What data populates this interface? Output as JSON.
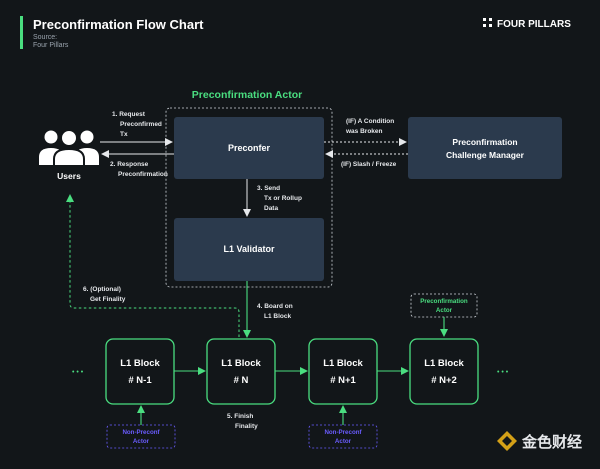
{
  "header": {
    "title": "Preconfirmation Flow Chart",
    "source_label": "Source:",
    "source_name": "Four Pillars",
    "brand": "FOUR PILLARS"
  },
  "actors": {
    "users": "Users",
    "preconfirmation_actor_title": "Preconfirmation Actor",
    "preconfer": "Preconfer",
    "l1_validator": "L1 Validator",
    "challenge_manager_line1": "Preconfirmation",
    "challenge_manager_line2": "Challenge Manager"
  },
  "steps": {
    "s1_line1": "1. Request",
    "s1_line2": "Preconfirmed",
    "s1_line3": "Tx",
    "s2_line1": "2. Response",
    "s2_line2": "Preconfirmation",
    "s3_line1": "3. Send",
    "s3_line2": "Tx or Rollup",
    "s3_line3": "Data",
    "s4_line1": "4. Board on",
    "s4_line2": "L1 Block",
    "s5_line1": "5. Finish",
    "s5_line2": "Finality",
    "s6_line1": "6. (Optional)",
    "s6_line2": "Get Finality",
    "cond_line1": "(IF) A Condition",
    "cond_line2": "was Broken",
    "slash": "(IF) Slash / Freeze"
  },
  "blocks": [
    {
      "line1": "L1 Block",
      "line2": "# N-1"
    },
    {
      "line1": "L1 Block",
      "line2": "# N"
    },
    {
      "line1": "L1 Block",
      "line2": "# N+1"
    },
    {
      "line1": "L1 Block",
      "line2": "# N+2"
    }
  ],
  "annotations": {
    "non_preconf_1_line1": "Non-Preconf",
    "non_preconf_1_line2": "Actor",
    "non_preconf_2_line1": "Non-Preconf",
    "non_preconf_2_line2": "Actor",
    "preconf_actor_line1": "Preconfirmation",
    "preconf_actor_line2": "Actor"
  },
  "ellipsis": "• • •",
  "watermark": "金色财经",
  "colors": {
    "background": "#121619",
    "accent_green": "#4ade80",
    "node_fill": "#2b3a4d",
    "purple": "#6a5cff",
    "text_gray": "#c9ced6"
  }
}
